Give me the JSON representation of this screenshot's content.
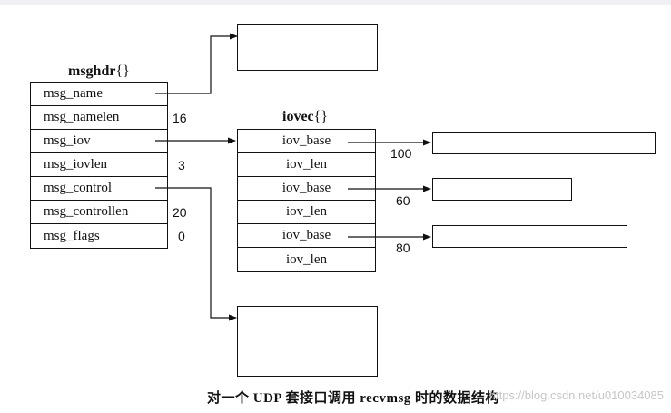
{
  "msghdr": {
    "title": "msghdr",
    "title_suffix": "{}",
    "fields": [
      {
        "label": "msg_name",
        "value": ""
      },
      {
        "label": "msg_namelen",
        "value": "16"
      },
      {
        "label": "msg_iov",
        "value": ""
      },
      {
        "label": "msg_iovlen",
        "value": "3"
      },
      {
        "label": "msg_control",
        "value": ""
      },
      {
        "label": "msg_controllen",
        "value": "20"
      },
      {
        "label": "msg_flags",
        "value": "0"
      }
    ]
  },
  "iovec": {
    "title": "iovec",
    "title_suffix": "{}",
    "fields": [
      "iov_base",
      "iov_len",
      "iov_base",
      "iov_len",
      "iov_base",
      "iov_len"
    ]
  },
  "buffer_lengths": [
    "100",
    "60",
    "80"
  ],
  "caption": "对一个 UDP 套接口调用 recvmsg 时的数据结构",
  "watermark": "https://blog.csdn.net/u010034085"
}
